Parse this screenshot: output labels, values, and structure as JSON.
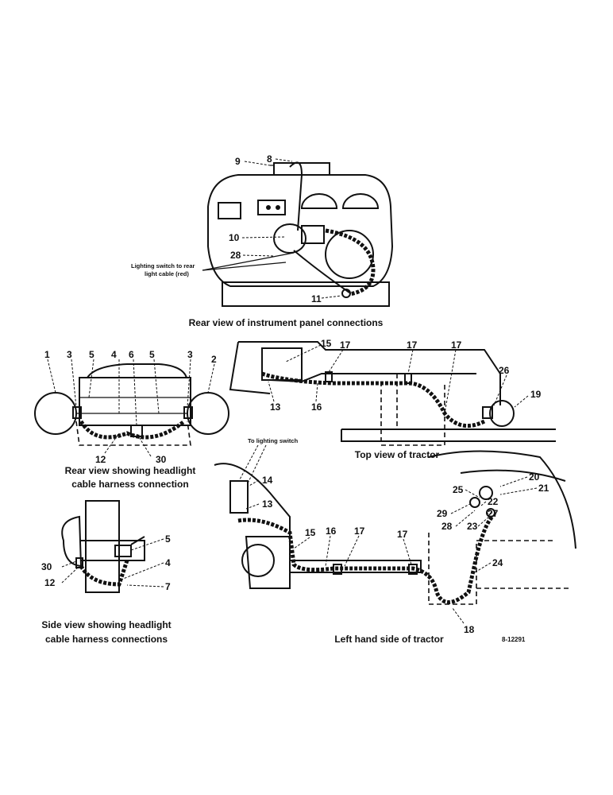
{
  "captions": {
    "panel": "Rear view of instrument panel connections",
    "rear_1": "Rear view showing headlight",
    "rear_2": "cable harness connection",
    "top": "Top view of tractor",
    "side_1": "Side view showing headlight",
    "side_2": "cable harness connections",
    "left": "Left hand side of tractor"
  },
  "notes": {
    "switch_cable_1": "Lighting switch to rear",
    "switch_cable_2": "light cable (red)",
    "to_switch": "To lighting switch",
    "figure_ref": "8-12291"
  },
  "panel_labels": [
    "9",
    "8",
    "10",
    "28",
    "11"
  ],
  "rear_labels": [
    "1",
    "3",
    "5",
    "4",
    "6",
    "5",
    "3",
    "2",
    "12",
    "30"
  ],
  "top_labels": [
    "15",
    "17",
    "17",
    "17",
    "13",
    "16",
    "26",
    "19"
  ],
  "side_labels": [
    "5",
    "30",
    "4",
    "12",
    "7"
  ],
  "left_labels": [
    "14",
    "13",
    "15",
    "16",
    "17",
    "17",
    "20",
    "21",
    "25",
    "22",
    "29",
    "27",
    "28",
    "23",
    "24",
    "18"
  ]
}
